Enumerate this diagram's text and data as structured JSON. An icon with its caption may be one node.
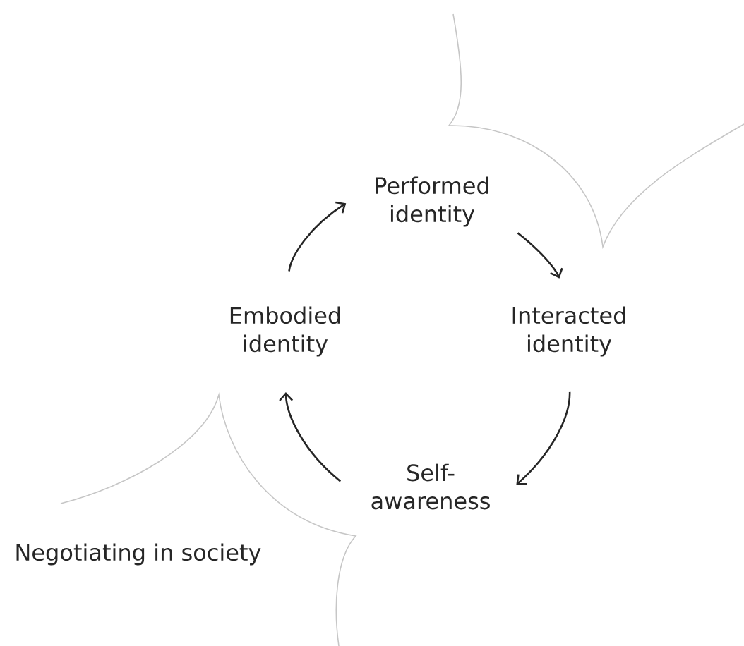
{
  "diagram": {
    "nodes": [
      {
        "text": [
          "Performed identity"
        ]
      },
      {
        "text": [
          "Interacted identity"
        ]
      },
      {
        "text": [
          "Self-awareness"
        ]
      },
      {
        "text": [
          "Embodied identity"
        ]
      }
    ],
    "edges": [
      {
        "from": 3,
        "to": 0,
        "arrow": "to"
      },
      {
        "from": 0,
        "to": 1,
        "arrow": "to"
      },
      {
        "from": 1,
        "to": 2,
        "arrow": "to"
      },
      {
        "from": 2,
        "to": 3,
        "arrow": "to"
      }
    ],
    "labels": [
      "Negotiating in society"
    ]
  }
}
